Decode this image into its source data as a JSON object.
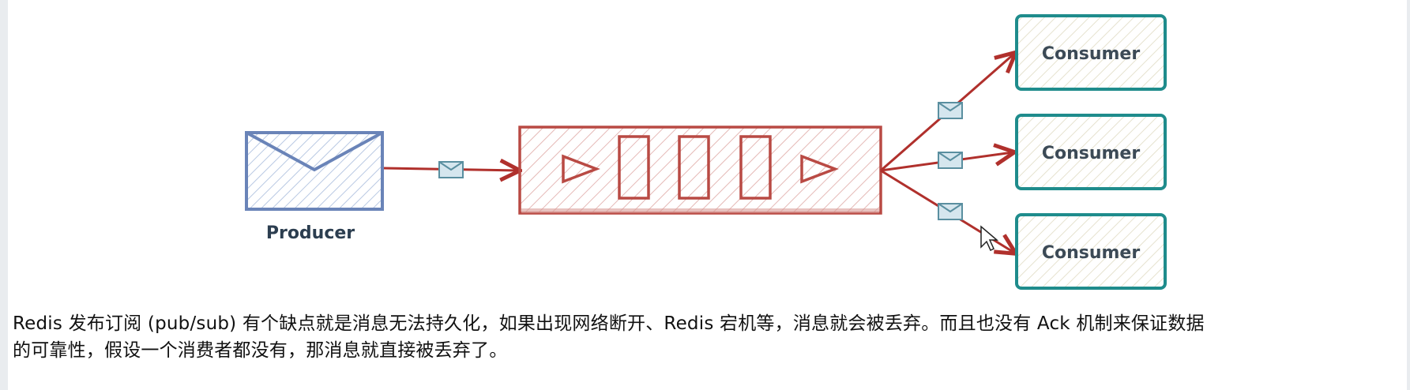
{
  "diagram": {
    "producer_label": "Producer",
    "consumers": [
      {
        "label": "Consumer"
      },
      {
        "label": "Consumer"
      },
      {
        "label": "Consumer"
      }
    ]
  },
  "caption": {
    "line1": "Redis 发布订阅 (pub/sub) 有个缺点就是消息无法持久化，如果出现网络断开、Redis 宕机等，消息就会被丢弃。而且也没有 Ack 机制来保证数据",
    "line2": "的可靠性，假设一个消费者都没有，那消息就直接被丢弃了。"
  },
  "colors": {
    "producer": "#6a84b8",
    "queue": "#b94a44",
    "consumer": "#1f8c8c",
    "arrow": "#b0302c",
    "label": "#2c3e50"
  }
}
